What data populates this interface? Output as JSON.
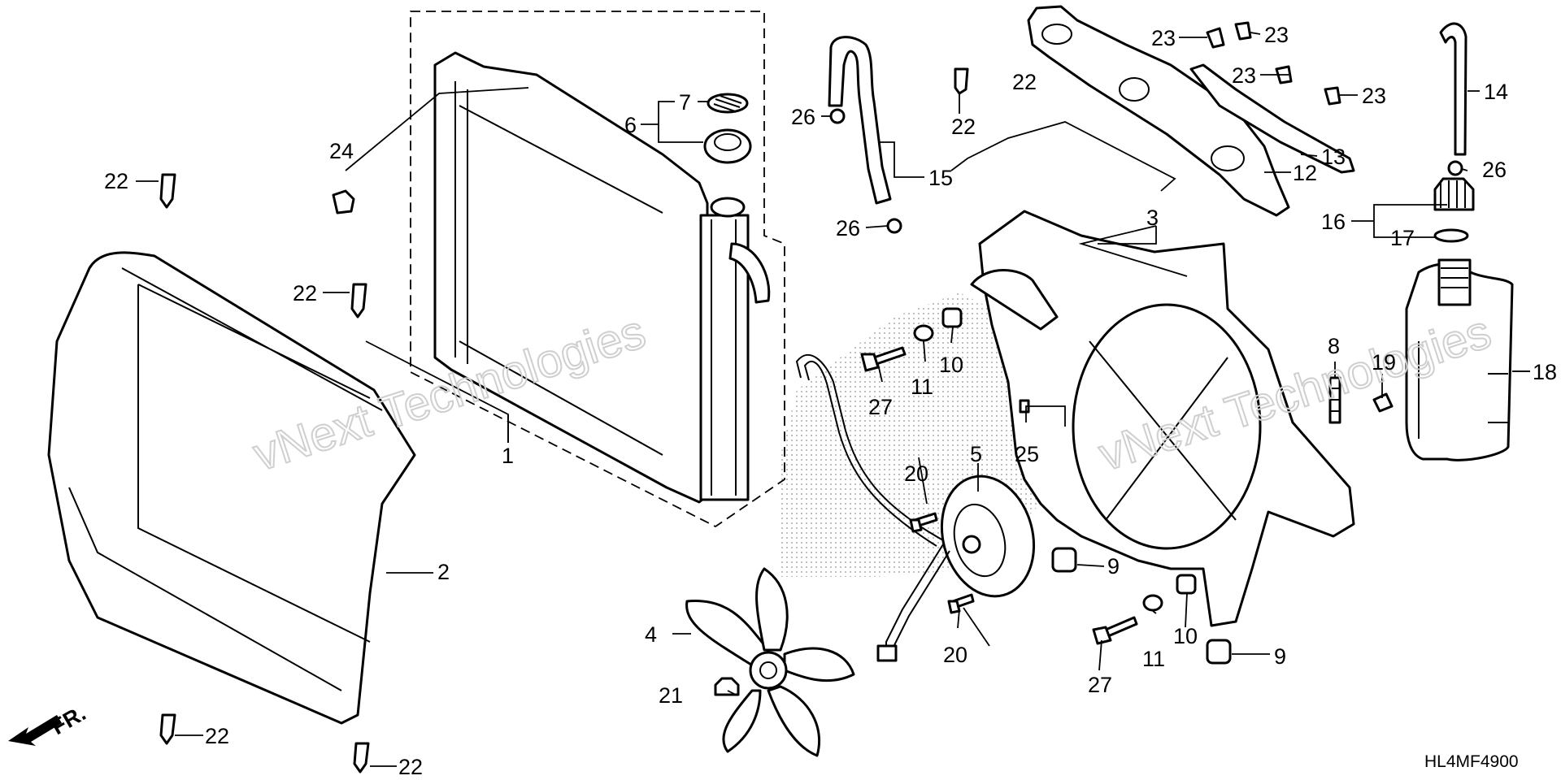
{
  "diagram": {
    "code": "HL4MF4900",
    "front_label": "FR.",
    "watermarks": [
      "vNext Technologies",
      "vNext Technologies"
    ],
    "callouts": [
      "1",
      "2",
      "3",
      "4",
      "5",
      "6",
      "7",
      "8",
      "9",
      "9",
      "10",
      "10",
      "11",
      "11",
      "12",
      "13",
      "14",
      "15",
      "16",
      "17",
      "18",
      "19",
      "20",
      "20",
      "21",
      "22",
      "22",
      "22",
      "22",
      "22",
      "22",
      "23",
      "23",
      "23",
      "23",
      "24",
      "25",
      "26",
      "26",
      "26",
      "27",
      "27"
    ]
  }
}
